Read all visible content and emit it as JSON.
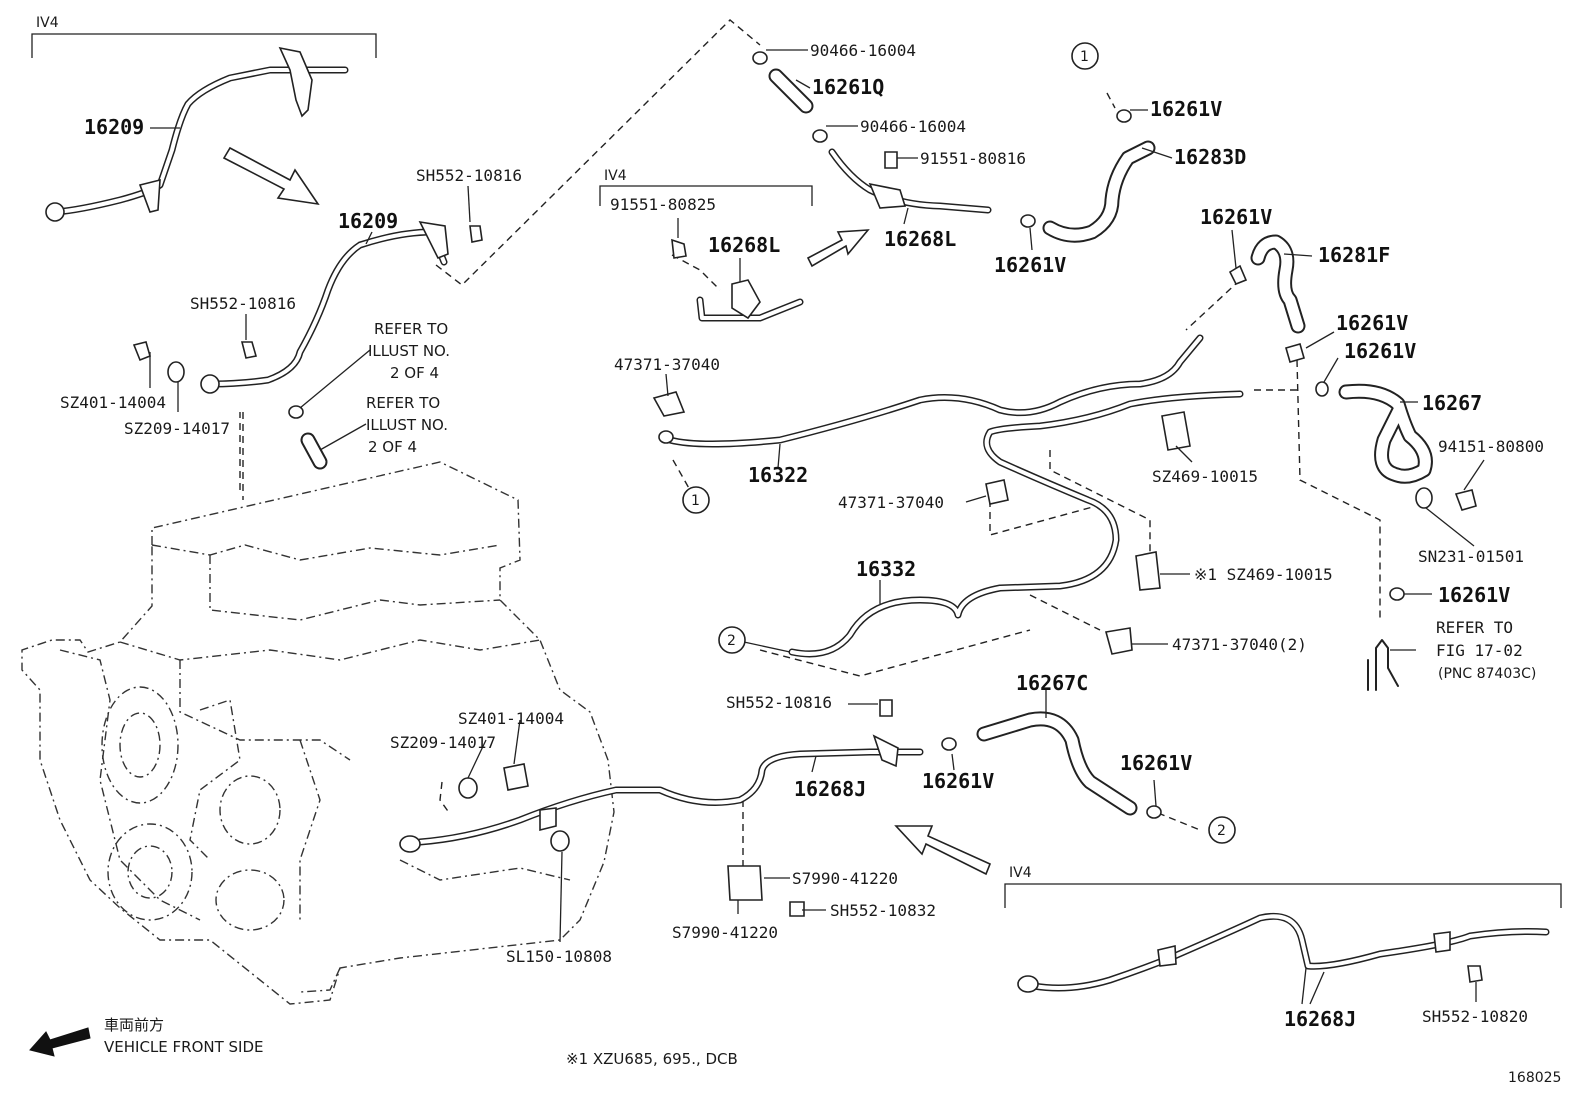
{
  "diagram": {
    "figure_number": "168025",
    "direction_label_jp": "車両前方",
    "direction_label_en": "VEHICLE FRONT SIDE",
    "footnote": "※1  XZU685, 695., DCB"
  },
  "variant_labels": {
    "top_left": "IV4",
    "middle": "IV4",
    "bottom_right": "IV4"
  },
  "refer_notes": {
    "upper": [
      "REFER TO",
      "ILLUST NO.",
      "2 OF 4"
    ],
    "lower": [
      "REFER TO",
      "ILLUST NO.",
      "2 OF 4"
    ],
    "right": [
      "REFER TO",
      "FIG 17-02",
      "(PNC 87403C)"
    ]
  },
  "callouts": {
    "circle_1": "1",
    "circle_2": "2"
  },
  "parts": {
    "p16209_a": "16209",
    "p16209_b": "16209",
    "sh552_10816_a": "SH552-10816",
    "sh552_10816_b": "SH552-10816",
    "sh552_10816_c": "SH552-10816",
    "sz401_14004_a": "SZ401-14004",
    "sz209_14017_a": "SZ209-14017",
    "sz401_14004_b": "SZ401-14004",
    "sz209_14017_b": "SZ209-14017",
    "p90466_a": "90466-16004",
    "p90466_b": "90466-16004",
    "p16261q": "16261Q",
    "p91551_80816": "91551-80816",
    "p91551_80825": "91551-80825",
    "p16268l_a": "16268L",
    "p16268l_b": "16268L",
    "p16261v_a": "16261V",
    "p16261v_b": "16261V",
    "p16261v_c": "16261V",
    "p16261v_d": "16261V",
    "p16261v_e": "16261V",
    "p16261v_f": "16261V",
    "p16261v_g": "16261V",
    "p16261v_h": "16261V",
    "p16283d": "16283D",
    "p16281f": "16281F",
    "p16267": "16267",
    "p94151_80800": "94151-80800",
    "sn231_01501": "SN231-01501",
    "p47371_a": "47371-37040",
    "p47371_b": "47371-37040",
    "p47371_c": "47371-37040(2)",
    "p16322": "16322",
    "sz469_10015_a": "SZ469-10015",
    "sz469_10015_b": "※1 SZ469-10015",
    "p16332": "16332",
    "p16267c": "16267C",
    "p16268j_a": "16268J",
    "p16268j_b": "16268J",
    "s7990_41220_a": "S7990-41220",
    "s7990_41220_b": "S7990-41220",
    "sh552_10832": "SH552-10832",
    "sl150_10808": "SL150-10808",
    "sh552_10820": "SH552-10820"
  }
}
